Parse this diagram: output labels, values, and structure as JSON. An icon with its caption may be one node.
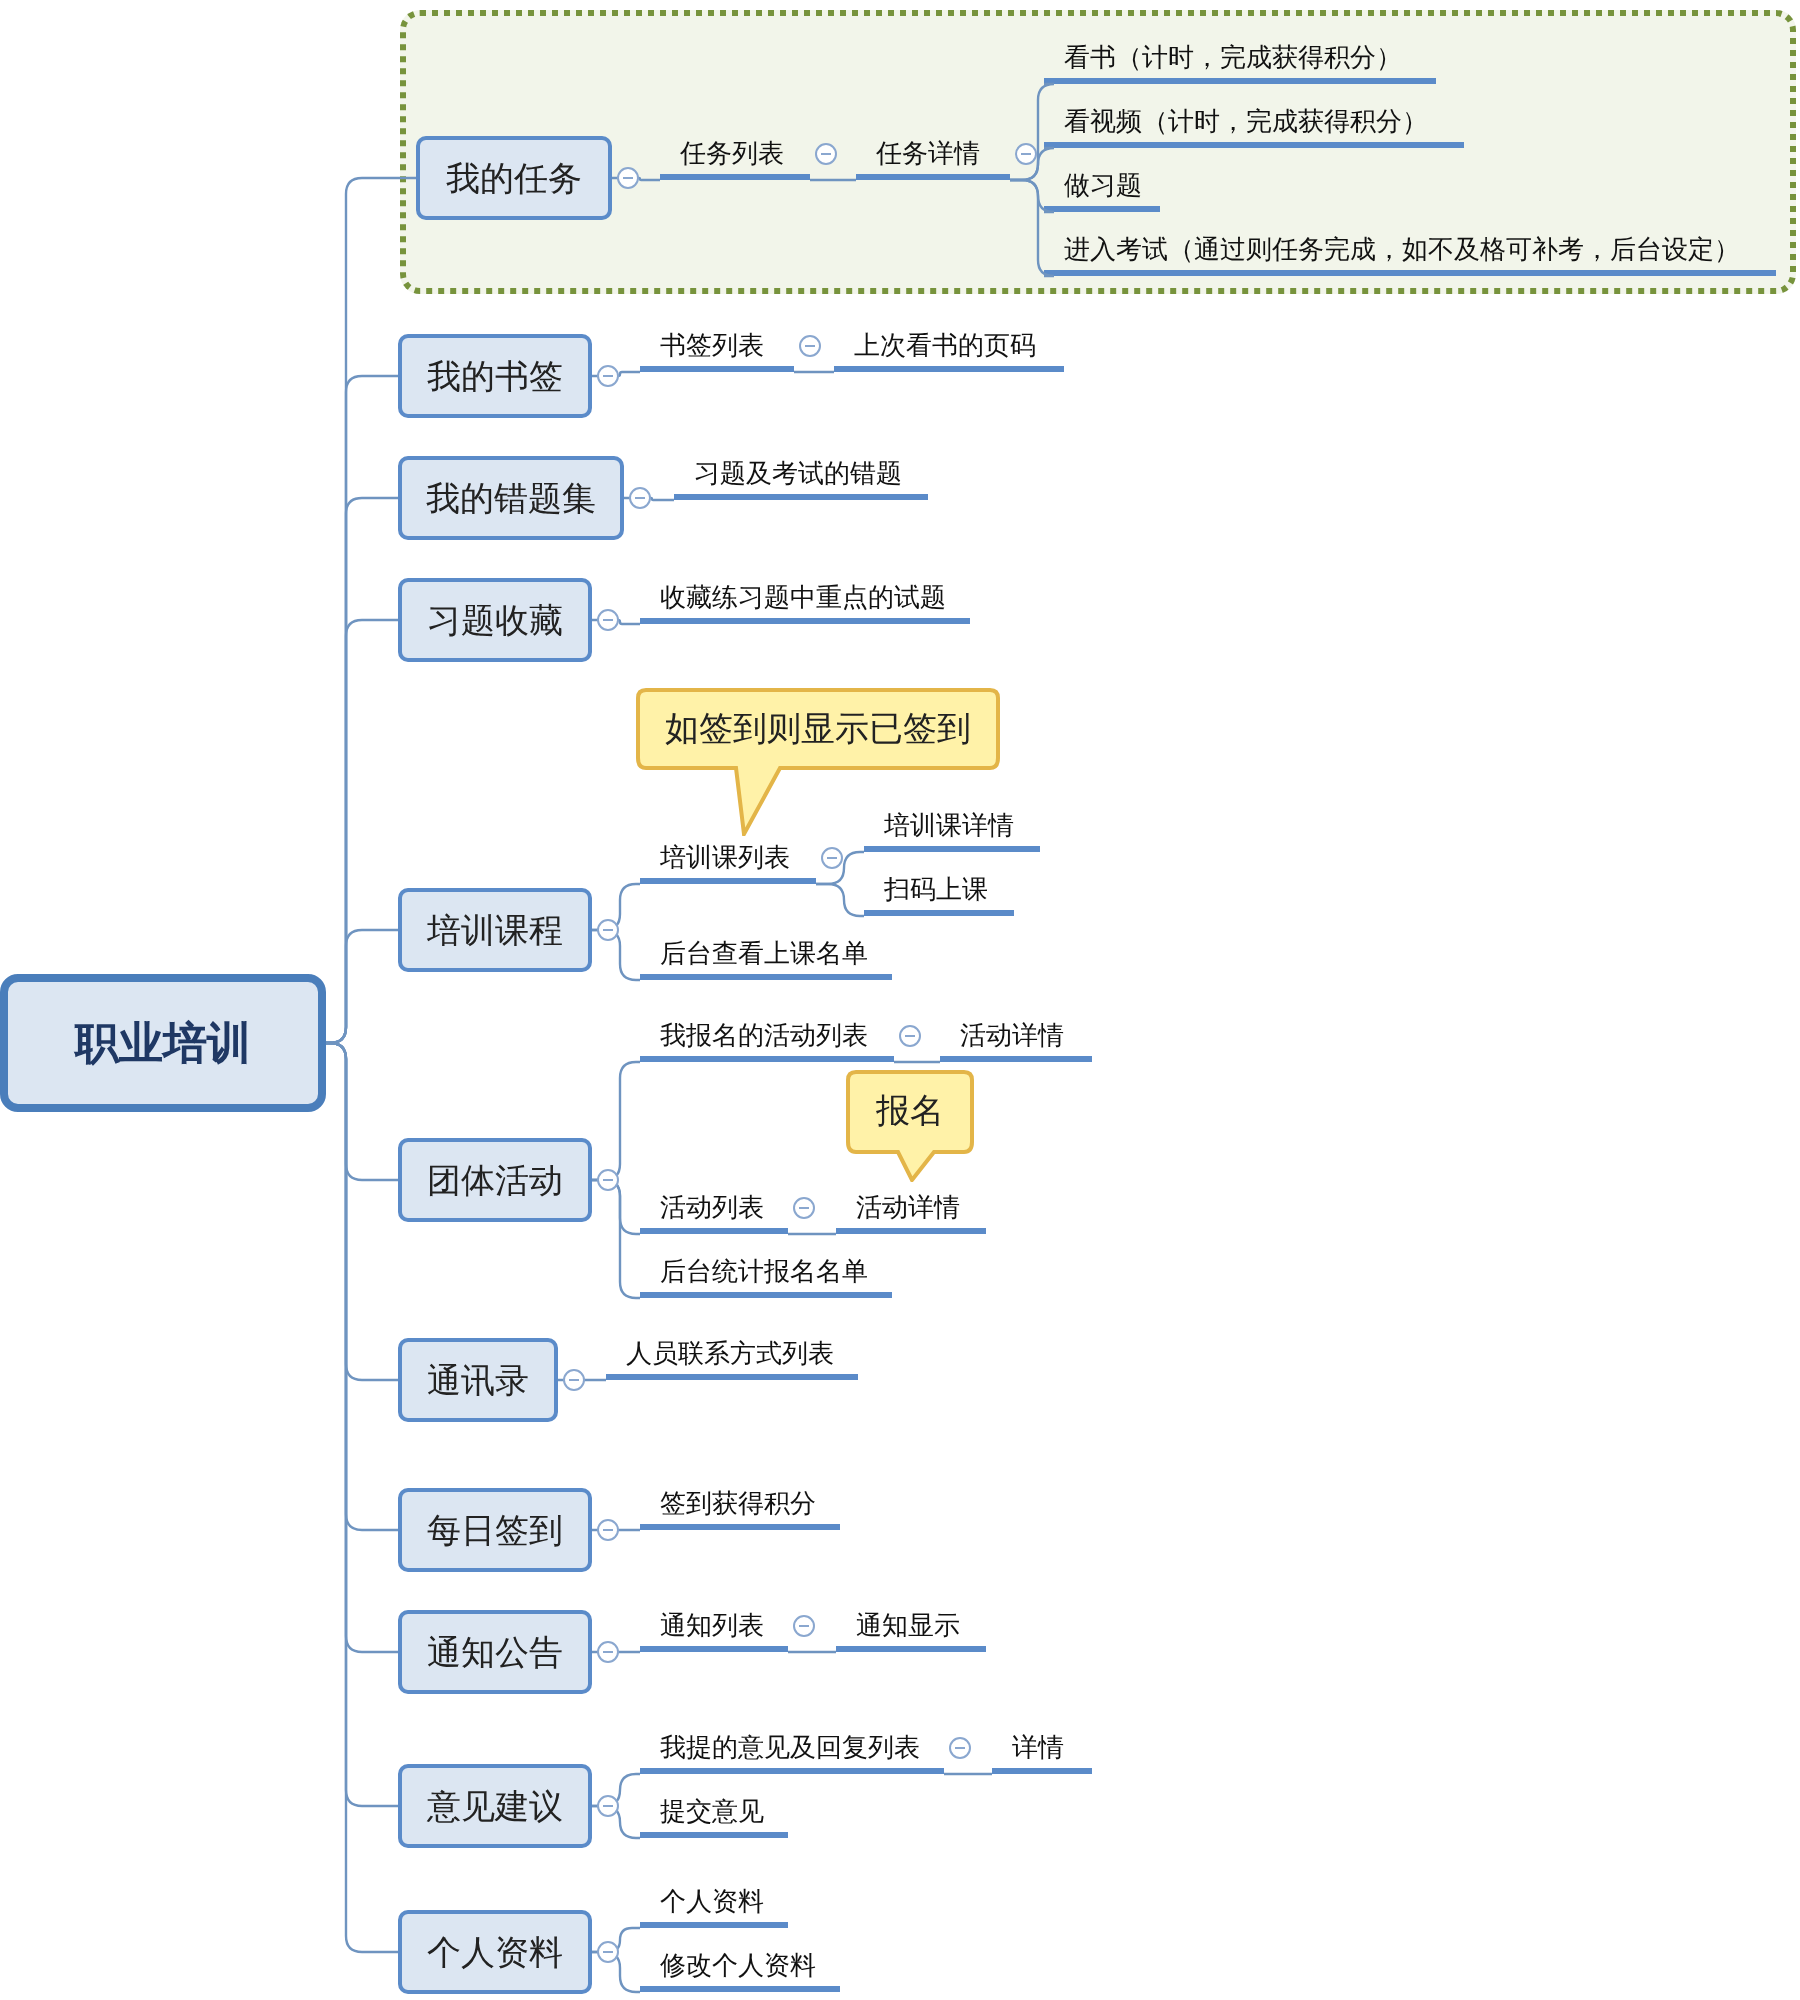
{
  "diagram": {
    "nodes": [
      {
        "text": [
          "职业培训"
        ]
      },
      {
        "text": [],
        "shape": "box"
      },
      {
        "text": [
          "我的任务"
        ],
        "in": 1
      },
      {
        "text": [
          "任务列表"
        ],
        "in": 1
      },
      {
        "text": [
          "任务详情"
        ],
        "in": 1
      },
      {
        "text": [
          "看书（计时，完成获得积分）"
        ],
        "in": 1
      },
      {
        "text": [
          "看视频（计时，完成获得积分）"
        ],
        "in": 1
      },
      {
        "text": [
          "做习题"
        ],
        "in": 1
      },
      {
        "text": [
          "进入考试（通过则任务完成，如不及格可补考，后台设定）"
        ],
        "in": 1
      },
      {
        "text": [
          "我的书签"
        ]
      },
      {
        "text": [
          "书签列表"
        ]
      },
      {
        "text": [
          "上次看书的页码"
        ]
      },
      {
        "text": [
          "我的错题集"
        ]
      },
      {
        "text": [
          "习题及考试的错题"
        ]
      },
      {
        "text": [
          "习题收藏"
        ]
      },
      {
        "text": [
          "收藏练习题中重点的试题"
        ]
      },
      {
        "text": [
          "培训课程"
        ]
      },
      {
        "text": [
          "如签到则显示已签到"
        ]
      },
      {
        "text": [
          "培训课列表"
        ]
      },
      {
        "text": [
          "培训课详情"
        ]
      },
      {
        "text": [
          "扫码上课"
        ]
      },
      {
        "text": [
          "后台查看上课名单"
        ]
      },
      {
        "text": [
          "团体活动"
        ]
      },
      {
        "text": [
          "我报名的活动列表"
        ]
      },
      {
        "text": [
          "活动详情"
        ]
      },
      {
        "text": [
          "报名"
        ]
      },
      {
        "text": [
          "活动列表"
        ]
      },
      {
        "text": [
          "活动详情"
        ]
      },
      {
        "text": [
          "后台统计报名名单"
        ]
      },
      {
        "text": [
          "通讯录"
        ]
      },
      {
        "text": [
          "人员联系方式列表"
        ]
      },
      {
        "text": [
          "每日签到"
        ]
      },
      {
        "text": [
          "签到获得积分"
        ]
      },
      {
        "text": [
          "通知公告"
        ]
      },
      {
        "text": [
          "通知列表"
        ]
      },
      {
        "text": [
          "通知显示"
        ]
      },
      {
        "text": [
          "意见建议"
        ]
      },
      {
        "text": [
          "我提的意见及回复列表"
        ]
      },
      {
        "text": [
          "详情"
        ]
      },
      {
        "text": [
          "提交意见"
        ]
      },
      {
        "text": [
          "个人资料"
        ]
      },
      {
        "text": [
          "个人资料"
        ]
      },
      {
        "text": [
          "修改个人资料"
        ]
      }
    ],
    "edges": [
      {
        "from": 0,
        "to": 2,
        "arrow": "none"
      },
      {
        "from": 0,
        "to": 9,
        "arrow": "none"
      },
      {
        "from": 0,
        "to": 12,
        "arrow": "none"
      },
      {
        "from": 0,
        "to": 14,
        "arrow": "none"
      },
      {
        "from": 0,
        "to": 16,
        "arrow": "none"
      },
      {
        "from": 0,
        "to": 22,
        "arrow": "none"
      },
      {
        "from": 0,
        "to": 29,
        "arrow": "none"
      },
      {
        "from": 0,
        "to": 31,
        "arrow": "none"
      },
      {
        "from": 0,
        "to": 33,
        "arrow": "none"
      },
      {
        "from": 0,
        "to": 36,
        "arrow": "none"
      },
      {
        "from": 0,
        "to": 40,
        "arrow": "none"
      },
      {
        "from": 2,
        "to": 3,
        "arrow": "none"
      },
      {
        "from": 3,
        "to": 4,
        "arrow": "none"
      },
      {
        "from": 4,
        "to": 5,
        "arrow": "none"
      },
      {
        "from": 4,
        "to": 6,
        "arrow": "none"
      },
      {
        "from": 4,
        "to": 7,
        "arrow": "none"
      },
      {
        "from": 4,
        "to": 8,
        "arrow": "none"
      },
      {
        "from": 9,
        "to": 10,
        "arrow": "none"
      },
      {
        "from": 10,
        "to": 11,
        "arrow": "none"
      },
      {
        "from": 12,
        "to": 13,
        "arrow": "none"
      },
      {
        "from": 14,
        "to": 15,
        "arrow": "none"
      },
      {
        "from": 16,
        "to": 18,
        "arrow": "none"
      },
      {
        "from": 18,
        "to": 19,
        "arrow": "none"
      },
      {
        "from": 18,
        "to": 20,
        "arrow": "none"
      },
      {
        "from": 16,
        "to": 21,
        "arrow": "none"
      },
      {
        "from": 22,
        "to": 23,
        "arrow": "none"
      },
      {
        "from": 23,
        "to": 24,
        "arrow": "none"
      },
      {
        "from": 22,
        "to": 26,
        "arrow": "none"
      },
      {
        "from": 26,
        "to": 27,
        "arrow": "none"
      },
      {
        "from": 22,
        "to": 28,
        "arrow": "none"
      },
      {
        "from": 29,
        "to": 30,
        "arrow": "none"
      },
      {
        "from": 31,
        "to": 32,
        "arrow": "none"
      },
      {
        "from": 33,
        "to": 34,
        "arrow": "none"
      },
      {
        "from": 34,
        "to": 35,
        "arrow": "none"
      },
      {
        "from": 36,
        "to": 37,
        "arrow": "none"
      },
      {
        "from": 37,
        "to": 38,
        "arrow": "none"
      },
      {
        "from": 36,
        "to": 39,
        "arrow": "none"
      },
      {
        "from": 40,
        "to": 41,
        "arrow": "none"
      },
      {
        "from": 40,
        "to": 42,
        "arrow": "none"
      }
    ]
  }
}
